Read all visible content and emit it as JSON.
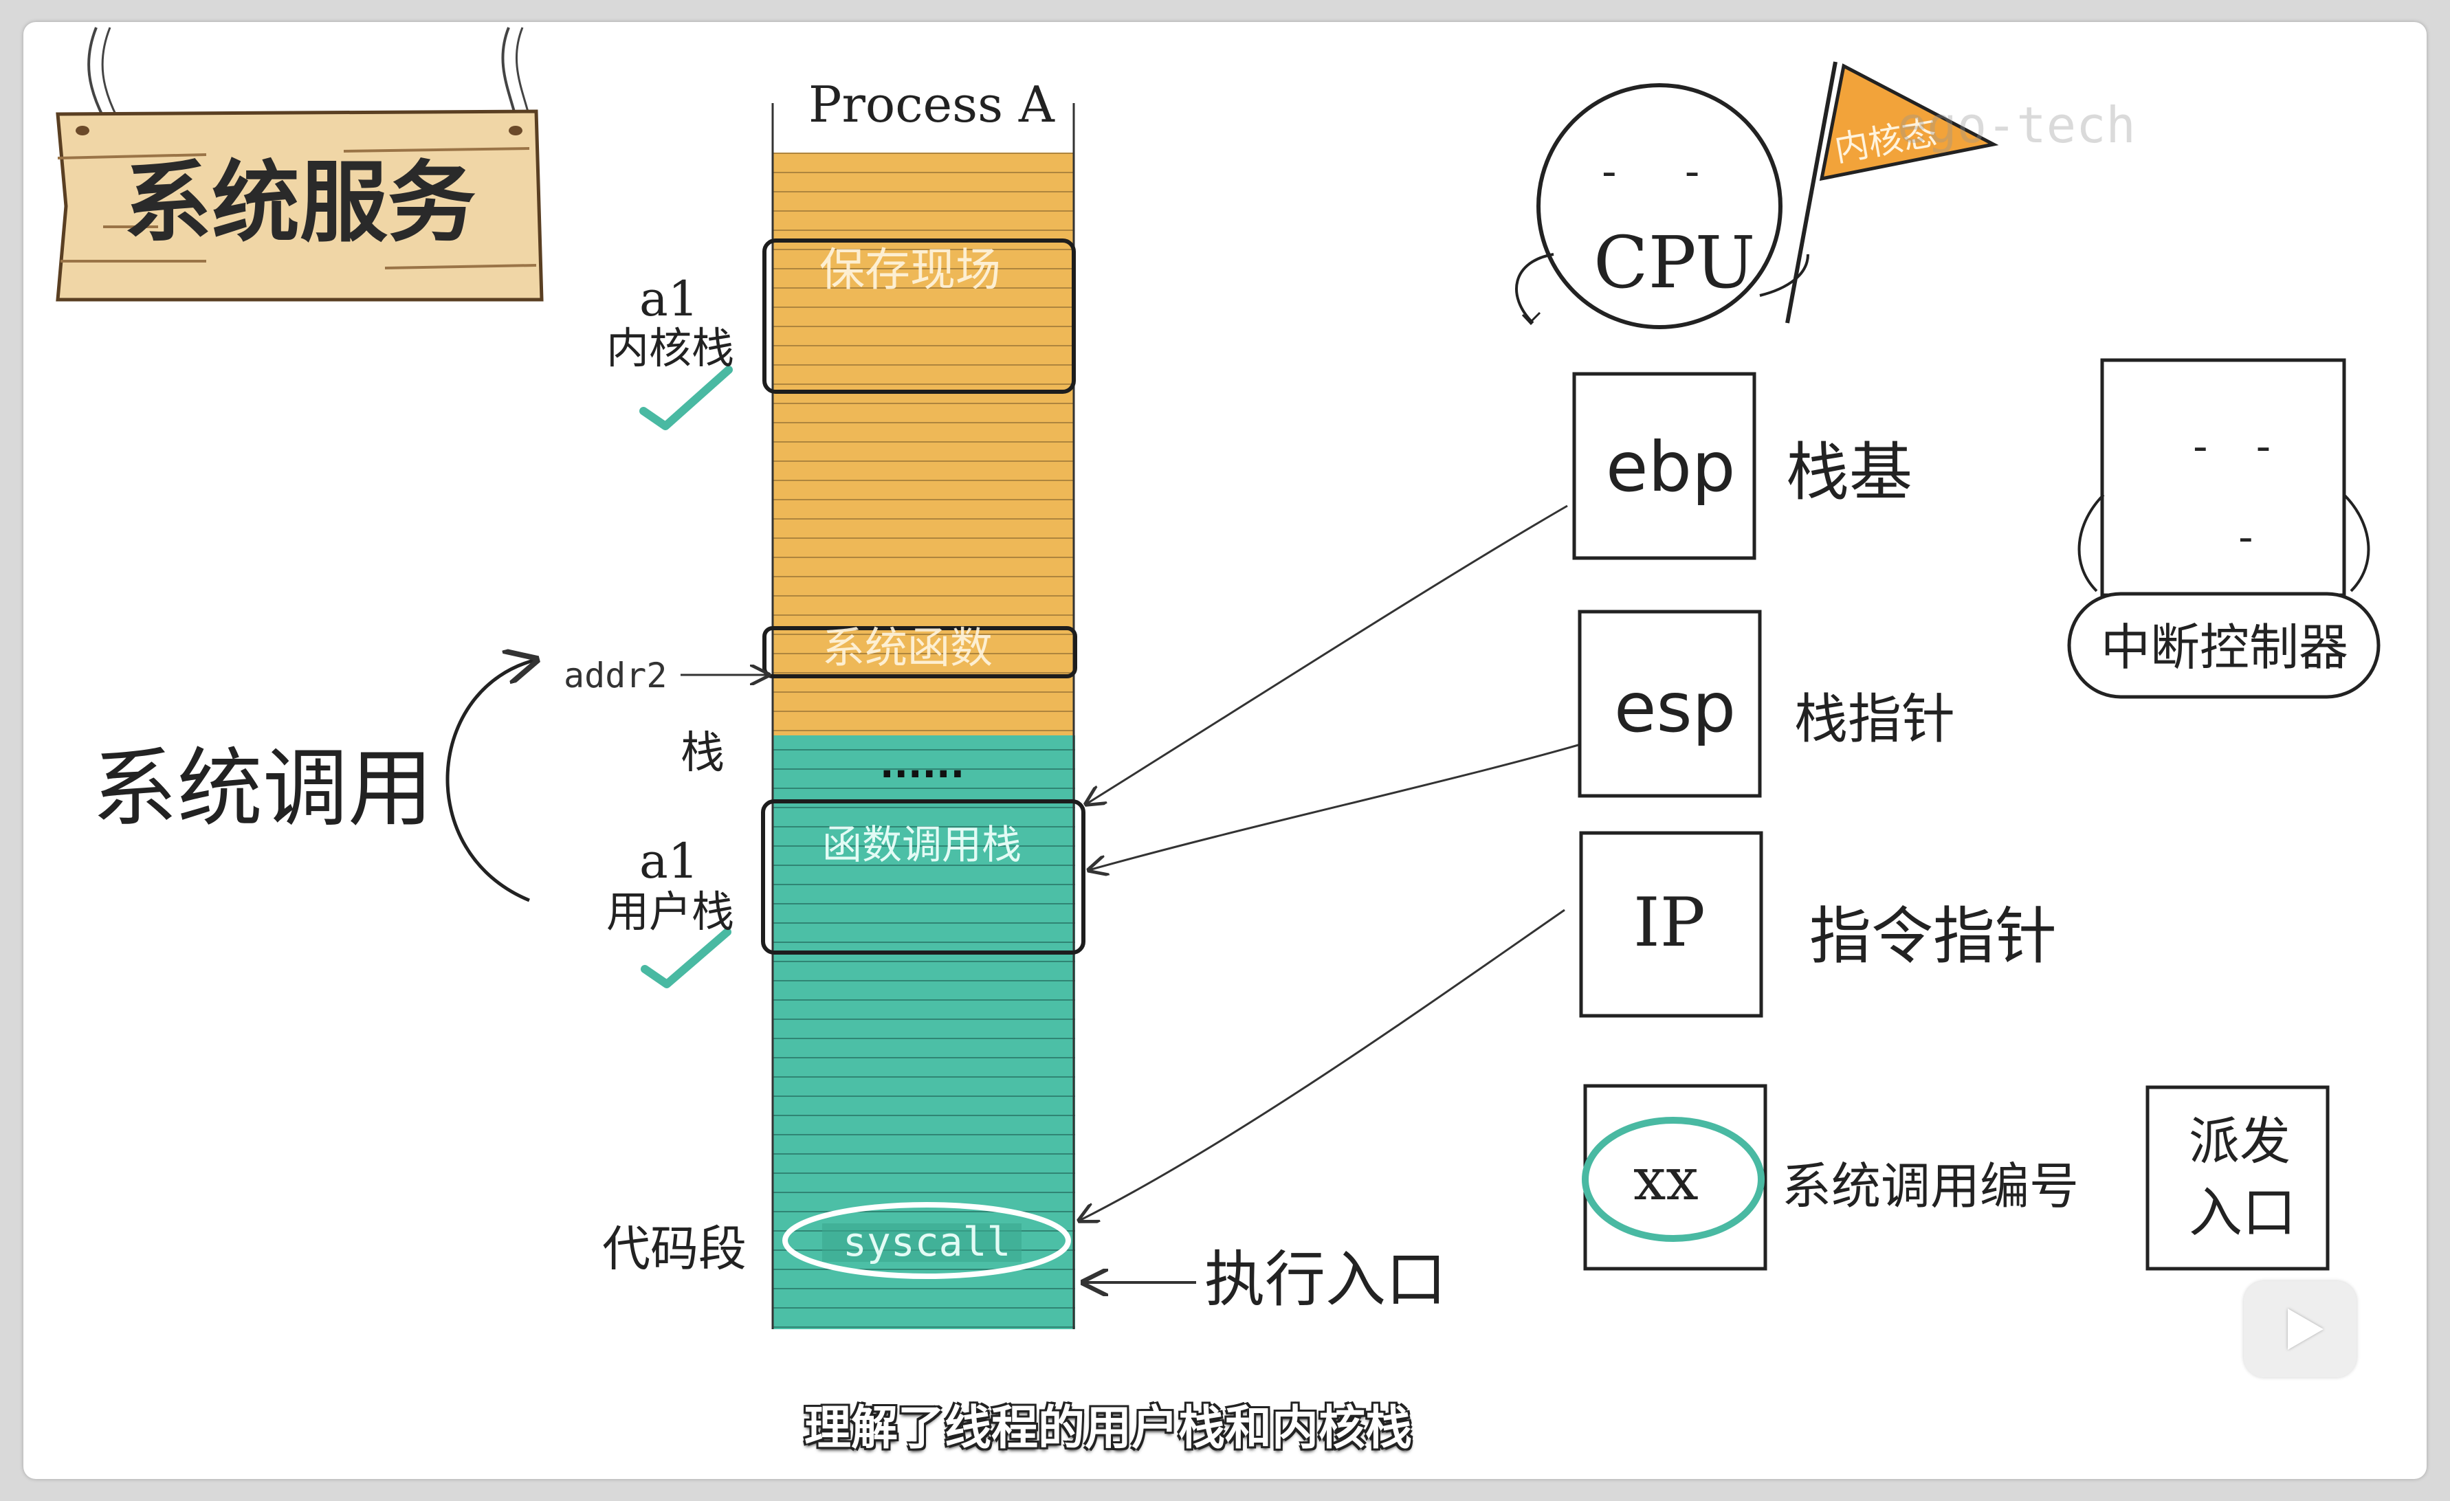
{
  "colors": {
    "kernel_stack": "#eeb857",
    "user_stack": "#4cbfa6",
    "accent_teal": "#49b9a2",
    "flag": "#f2a33a",
    "sign": "#f0d6a6",
    "ink": "#222222"
  },
  "sign": {
    "title": "系统服务"
  },
  "left": {
    "syscall_label": "系统调用",
    "addr_label": "addr2",
    "stack_label": "栈",
    "kernel_stack_label_top": "a1",
    "kernel_stack_label_bottom": "内核栈",
    "user_stack_label_top": "a1",
    "user_stack_label_bottom": "用户栈",
    "code_segment_label": "代码段"
  },
  "process": {
    "title": "Process A",
    "save_context": "保存现场",
    "system_function": "系统函数",
    "ellipsis": "······",
    "call_stack": "函数调用栈",
    "syscall": "syscall",
    "entry": "执行入口"
  },
  "cpu": {
    "face_text": "- -",
    "label": "CPU",
    "flag_text": "内核态"
  },
  "registers": [
    {
      "name": "ebp",
      "desc": "栈基"
    },
    {
      "name": "esp",
      "desc": "栈指针"
    },
    {
      "name": "IP",
      "desc": "指令指针"
    },
    {
      "name": "xx",
      "desc": "系统调用编号"
    }
  ],
  "interrupt_controller": {
    "label": "中断控制器"
  },
  "dispatch": {
    "line1": "派发",
    "line2": "入口"
  },
  "watermark": "ego-tech",
  "subtitle": "理解了线程的用户栈和内核栈",
  "player": {
    "play_icon": "play-icon"
  }
}
